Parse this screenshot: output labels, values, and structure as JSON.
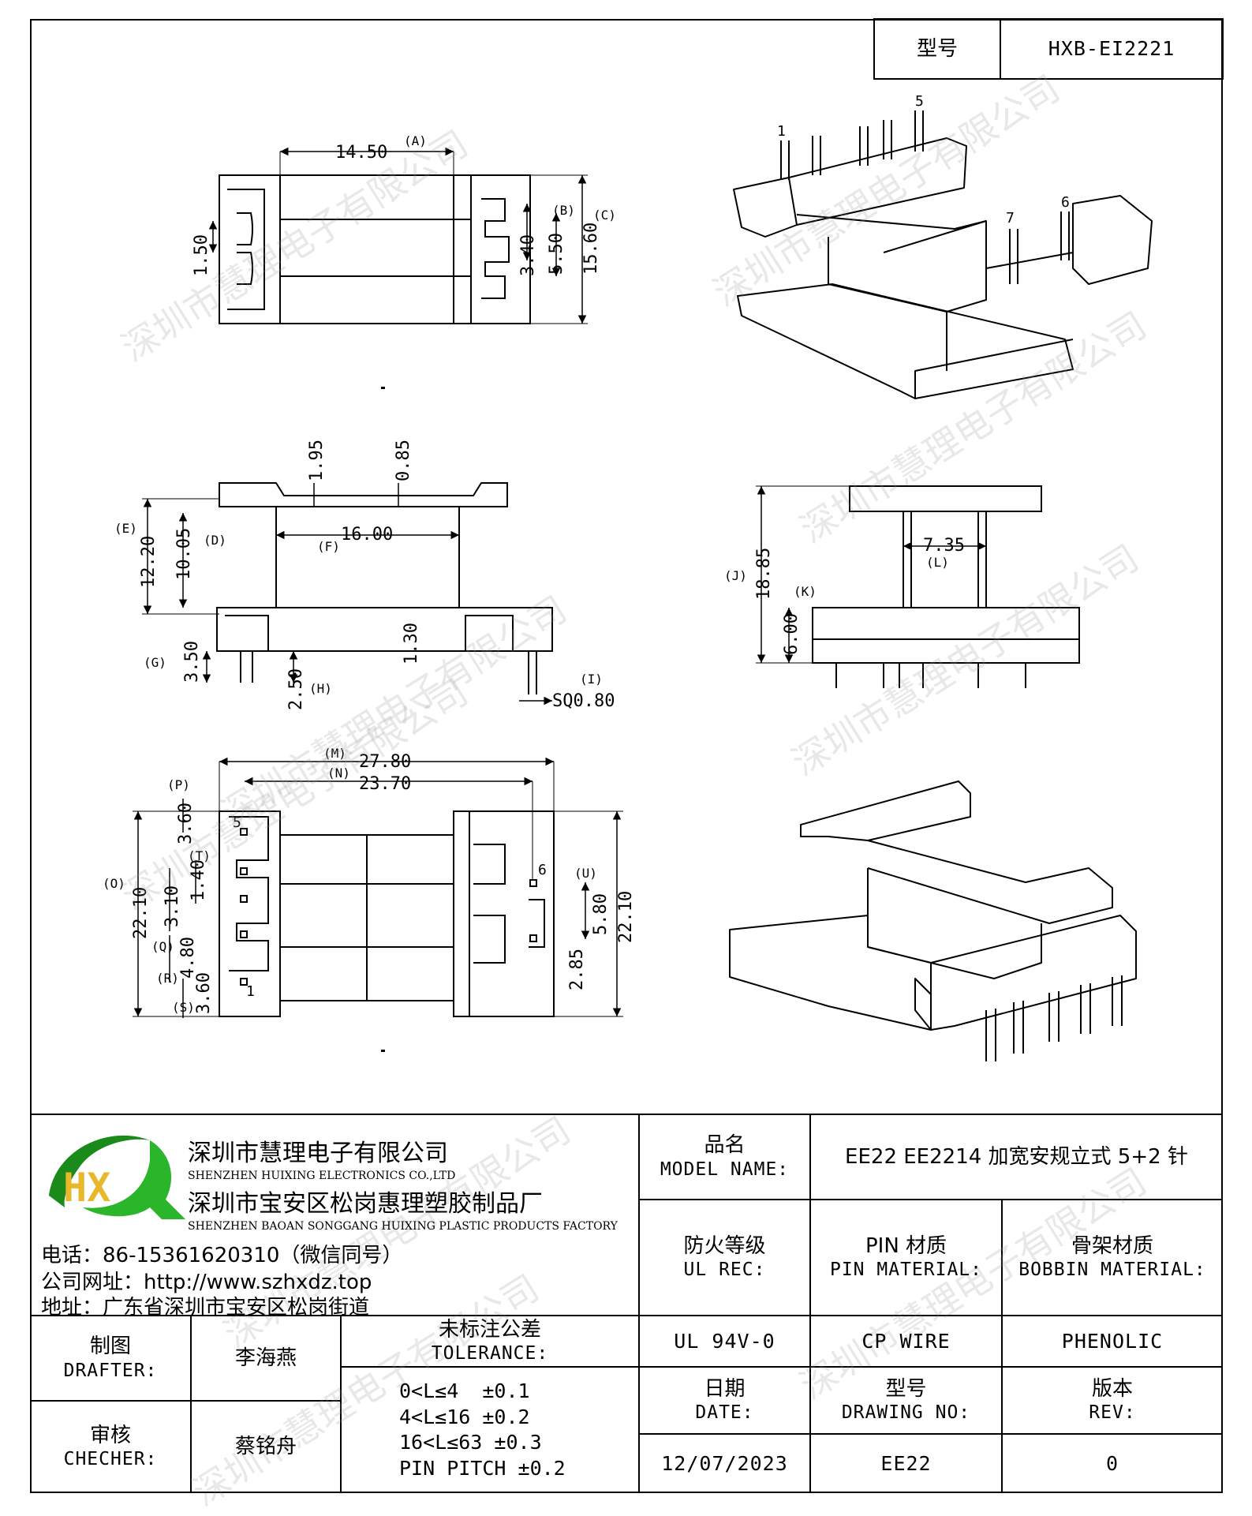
{
  "header": {
    "model_label": "型号",
    "model_value": "HXB-EI2221"
  },
  "watermark": "深圳市慧理电子有限公司",
  "drawing": {
    "top_view": {
      "a": "14.50",
      "a_tag": "(A)",
      "b": "3.40",
      "b_tag": "(B)",
      "b2": "5.50",
      "c": "15.60",
      "c_tag": "(C)",
      "left": "1.50"
    },
    "side_view": {
      "d": "10.05",
      "d_tag": "(D)",
      "e": "12.20",
      "e_tag": "(E)",
      "f": "16.00",
      "f_tag": "(F)",
      "g": "3.50",
      "g_tag": "(G)",
      "h": "2.50",
      "h_tag": "(H)",
      "i": "SQ0.80",
      "i_tag": "(I)",
      "t1": "1.95",
      "t2": "0.85",
      "mid": "1.30"
    },
    "front_view": {
      "j": "18.85",
      "j_tag": "(J)",
      "k": "6.00",
      "k_tag": "(K)",
      "l": "7.35",
      "l_tag": "(L)"
    },
    "bottom_view": {
      "m": "27.80",
      "m_tag": "(M)",
      "n": "23.70",
      "n_tag": "(N)",
      "o": "22.10",
      "o_tag": "(O)",
      "p": "3.60",
      "p_tag": "(P)",
      "q": "3.10",
      "q_tag": "(Q)",
      "r": "4.80",
      "r_tag": "(R)",
      "s": "3.60",
      "s_tag": "(S)",
      "t": "1.40",
      "t_tag": "(T)",
      "u": "5.80",
      "u_tag": "(U)",
      "right": "22.10",
      "low": "2.85",
      "pin5": "5",
      "pin1": "1",
      "pin6": "6"
    },
    "iso_view": {
      "pin1": "1",
      "pin5": "5",
      "pin6": "6",
      "pin7": "7"
    }
  },
  "company": {
    "logo": "HX",
    "name_cn": "深圳市慧理电子有限公司",
    "name_en": "SHENZHEN HUIXING ELECTRONICS CO.,LTD",
    "factory_cn": "深圳市宝安区松岗惠理塑胶制品厂",
    "factory_en": "SHENZHEN BAOAN SONGGANG HUIXING PLASTIC PRODUCTS FACTORY",
    "phone": "电话：86-15361620310（微信同号）",
    "website": "公司网址：http://www.szhxdz.top",
    "address": "地址：广东省深圳市宝安区松岗街道"
  },
  "title_block": {
    "model_name_cn": "品名",
    "model_name_en": "MODEL NAME:",
    "model_name_value": "EE22 EE2214 加宽安规立式 5+2 针",
    "ul_cn": "防火等级",
    "ul_en": "UL REC:",
    "pin_cn": "PIN 材质",
    "pin_en": "PIN MATERIAL:",
    "bobbin_cn": "骨架材质",
    "bobbin_en": "BOBBIN MATERIAL:",
    "drafter_cn": "制图",
    "drafter_en": "DRAFTER:",
    "drafter_value": "李海燕",
    "checker_cn": "审核",
    "checker_en": "CHECHER:",
    "checker_value": "蔡铭舟",
    "tolerance_cn": "未标注公差",
    "tolerance_en": "TOLERANCE:",
    "tolerance_lines": [
      "0<L≤4  ±0.1",
      "4<L≤16 ±0.2",
      "16<L≤63 ±0.3",
      "PIN PITCH ±0.2"
    ],
    "ul_value": "UL 94V-0",
    "pin_value": "CP WIRE",
    "bobbin_value": "PHENOLIC",
    "date_cn": "日期",
    "date_en": "DATE:",
    "date_value": "12/07/2023",
    "drawing_no_cn": "型号",
    "drawing_no_en": "DRAWING NO:",
    "drawing_no_value": "EE22",
    "rev_cn": "版本",
    "rev_en": "REV:",
    "rev_value": "0"
  }
}
